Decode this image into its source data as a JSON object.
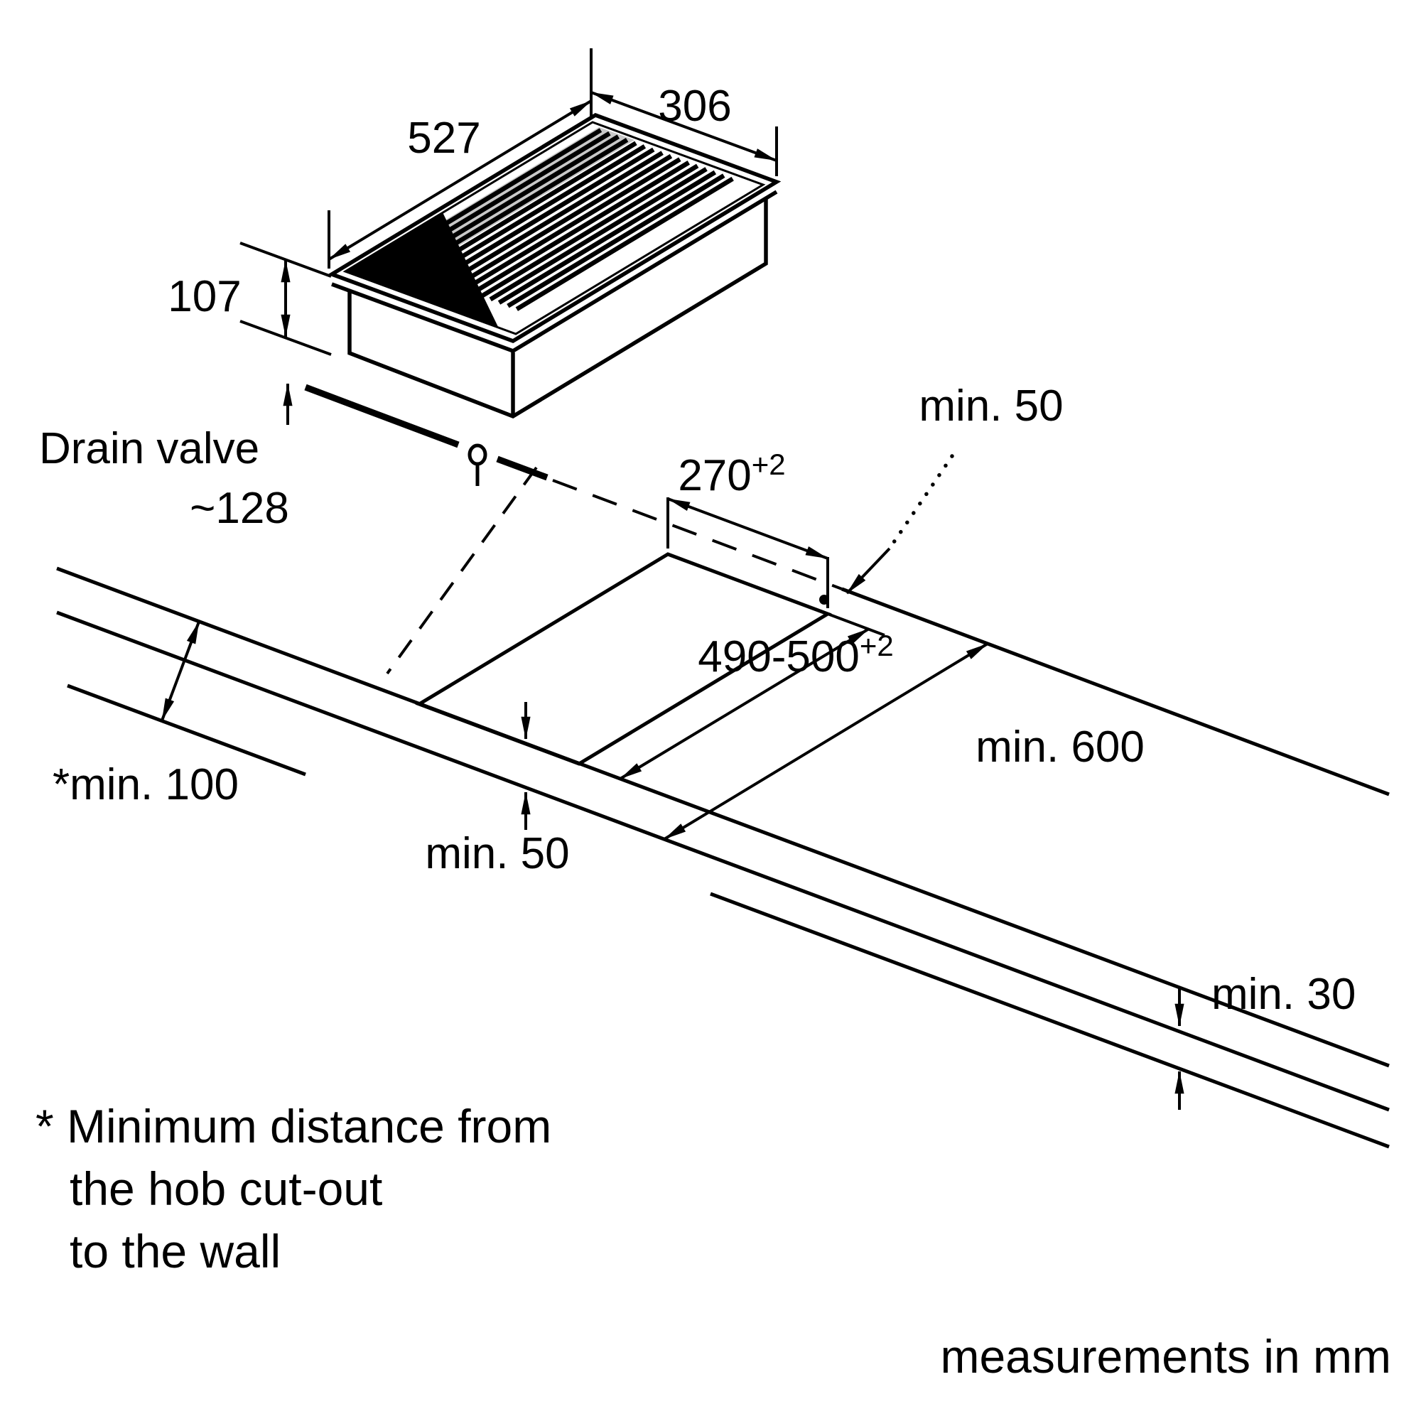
{
  "diagram": {
    "appliance": {
      "width_label": "306",
      "depth_label": "527",
      "height_label": "107",
      "drain_valve_label": "Drain valve",
      "drain_valve_offset": "~128"
    },
    "worktop": {
      "cutout_width": "270",
      "cutout_width_tolerance": "+2",
      "cutout_depth": "490-500",
      "cutout_depth_tolerance": "+2",
      "rear_clearance": "min. 50",
      "front_clearance": "min. 50",
      "worktop_depth": "min. 600",
      "wall_clearance": "*min. 100",
      "worktop_thickness": "min. 30"
    },
    "footnote_lines": [
      "* Minimum distance from",
      "the hob cut-out",
      "to the wall"
    ],
    "units_note": "measurements in mm"
  }
}
